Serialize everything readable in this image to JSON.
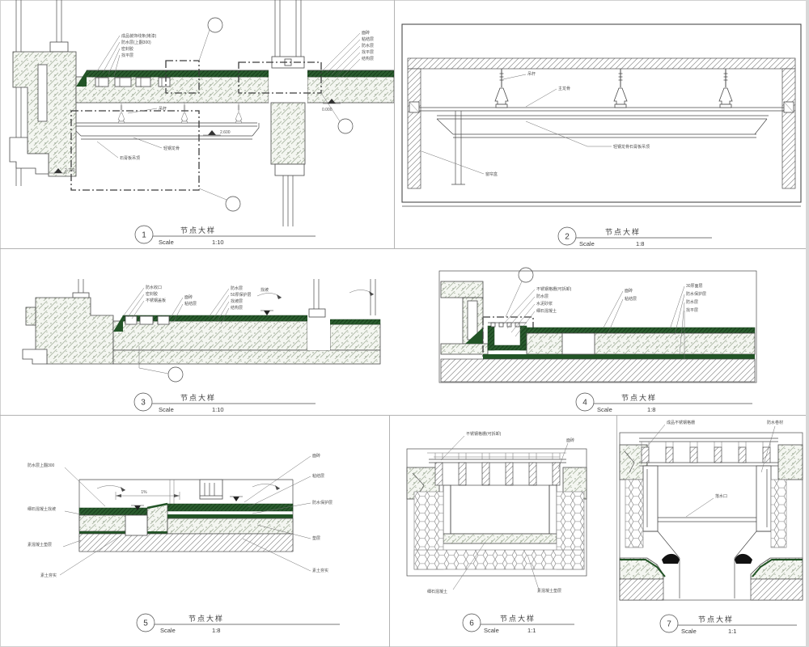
{
  "sheet": {
    "background": "#ffffff",
    "line_color": "#4a4a4a",
    "accent_green": "#225426",
    "hatch_tone": "#8e9c87"
  },
  "panels": [
    {
      "num": "1",
      "name": "节点大样",
      "scale_label": "Scale",
      "scale": "1:10",
      "labels": {
        "l1": "成品装饰线条(烤漆)",
        "l2": "防水层(上翻300)",
        "l3": "密封胶",
        "l4": "找平层",
        "r1": "面砖",
        "r2": "粘结层",
        "r3": "防水层",
        "r4": "找平层",
        "r5": "结构层",
        "m1": "吊杆",
        "m2": "轻钢龙骨",
        "m3": "石膏板吊顶",
        "lv1": "2.700",
        "lv2": "2.600",
        "lv3": "0.000"
      }
    },
    {
      "num": "2",
      "name": "节点大样",
      "scale_label": "Scale",
      "scale": "1:8",
      "labels": {
        "l1": "吊杆",
        "l2": "主龙骨",
        "l3": "轻钢龙骨石膏板吊顶",
        "l4": "窗帘盒"
      }
    },
    {
      "num": "3",
      "name": "节点大样",
      "scale_label": "Scale",
      "scale": "1:10",
      "labels": {
        "l1": "防水收口",
        "l2": "密封胶",
        "l3": "不锈钢盖板",
        "c1": "面砖",
        "c2": "粘结层",
        "r1": "防水层",
        "r2": "50厚保护层",
        "r3": "找坡层",
        "r4": "结构层",
        "s1": "找坡"
      }
    },
    {
      "num": "4",
      "name": "节点大样",
      "scale_label": "Scale",
      "scale": "1:8",
      "labels": {
        "l1": "不锈钢格栅(可拆卸)",
        "l2": "防水层",
        "l3": "水泥砂浆",
        "l4": "细石混凝土",
        "c1": "面砖",
        "c2": "粘结层",
        "r1": "30厚面层",
        "r2": "防水保护层",
        "r3": "防水层",
        "r4": "找平层"
      }
    },
    {
      "num": "5",
      "name": "节点大样",
      "scale_label": "Scale",
      "scale": "1:8",
      "labels": {
        "l1": "防水层上翻300",
        "l2": "细石混凝土找坡",
        "l3": "素混凝土垫层",
        "l4": "素土夯实",
        "r1": "面砖",
        "r2": "粘结层",
        "r3": "防水保护层",
        "r4": "垫层",
        "r5": "素土夯实",
        "d1": "1%"
      }
    },
    {
      "num": "6",
      "name": "节点大样",
      "scale_label": "Scale",
      "scale": "1:1",
      "labels": {
        "t1": "不锈钢格栅(可拆卸)",
        "t2": "面砖",
        "b1": "细石混凝土",
        "b2": "素混凝土垫层"
      }
    },
    {
      "num": "7",
      "name": "节点大样",
      "scale_label": "Scale",
      "scale": "1:1",
      "labels": {
        "t1": "成品不锈钢格栅",
        "t2": "防水卷材",
        "c1": "落水口"
      }
    }
  ]
}
